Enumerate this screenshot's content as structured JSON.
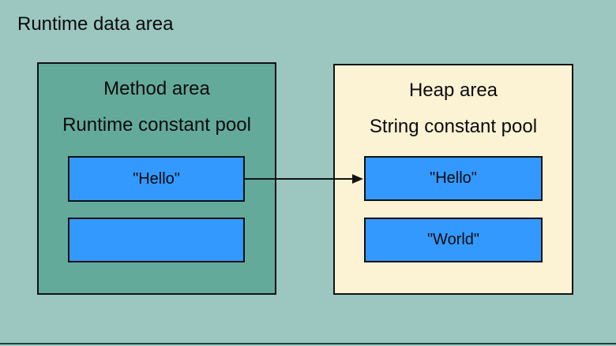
{
  "title": "Runtime data area",
  "method_area": {
    "label": "Method area",
    "sublabel": "Runtime constant pool",
    "boxes": [
      {
        "text": "\"Hello\""
      },
      {
        "text": ""
      }
    ]
  },
  "heap_area": {
    "label": "Heap area",
    "sublabel": "String constant pool",
    "boxes": [
      {
        "text": "\"Hello\""
      },
      {
        "text": "\"World\""
      }
    ]
  },
  "arrow": {
    "description": "reference from method-area \"Hello\" to heap-area \"Hello\""
  },
  "colors": {
    "background": "#9bc7c0",
    "method_area_fill": "#64aa9a",
    "heap_area_fill": "#fcf2d4",
    "string_box_fill": "#3399ff",
    "outline": "#121212",
    "bottom_bar": "#24403d"
  }
}
